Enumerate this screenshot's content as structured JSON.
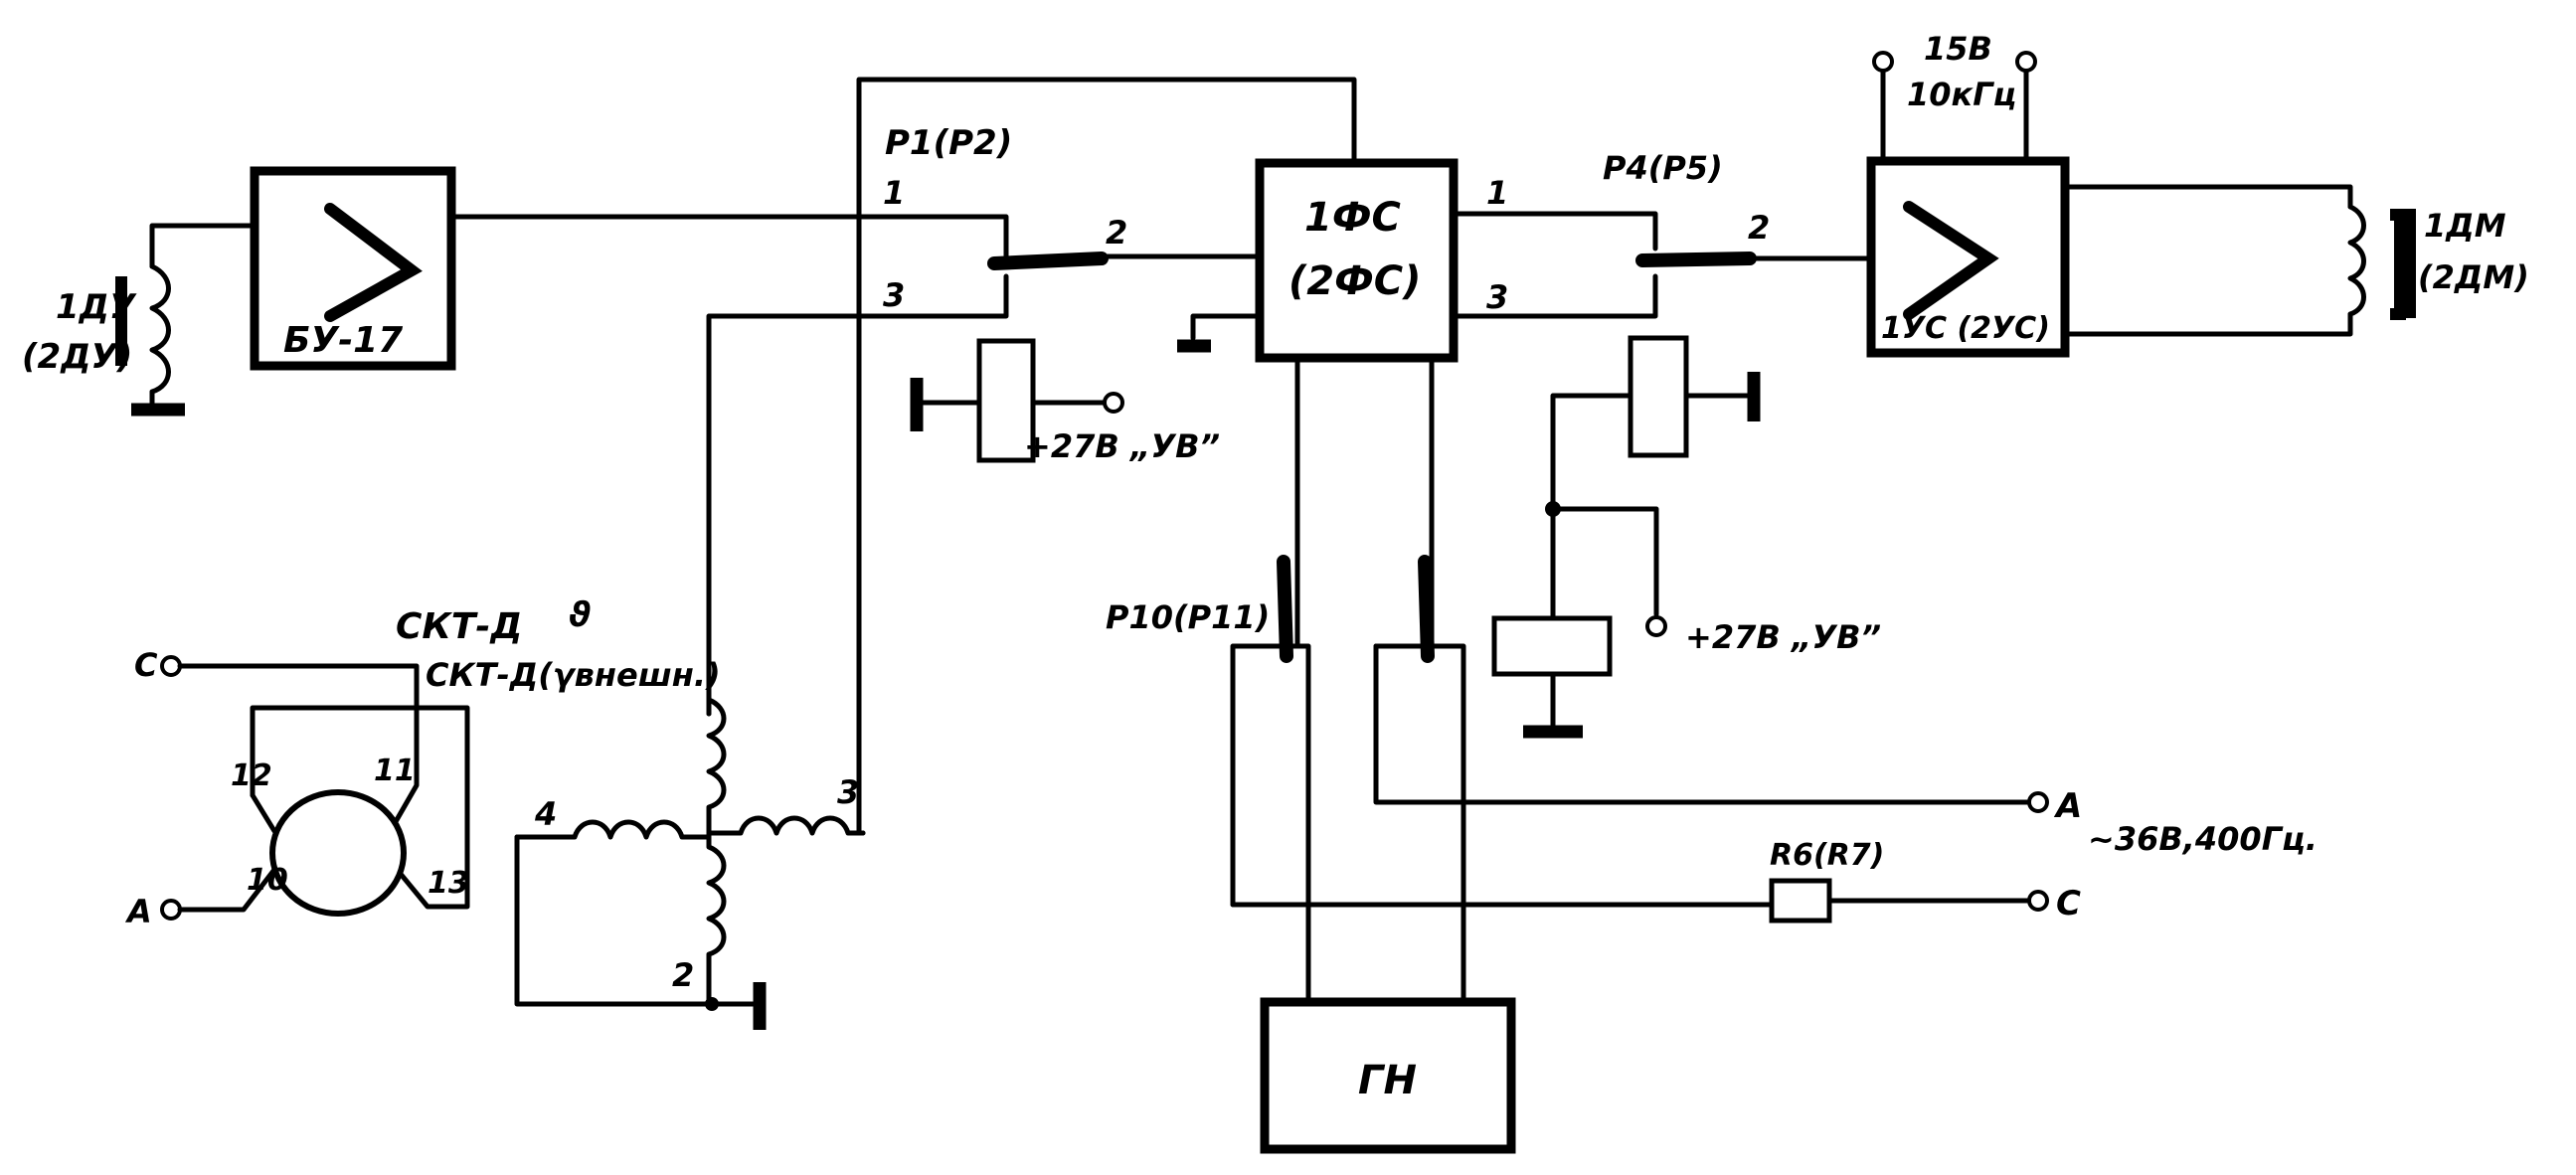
{
  "diagram": {
    "type": "electrical schematic",
    "blocks": {
      "sensor": {
        "label": "1ДУ",
        "alt": "(2ДУ)"
      },
      "amp1": {
        "label": "БУ-17"
      },
      "phase": {
        "label": "1ФС",
        "alt": "(2ФС)"
      },
      "amp2": {
        "label": "1УС (2УС)"
      },
      "motor": {
        "label": "1ДМ",
        "alt": "(2ДМ)"
      },
      "gen": {
        "label": "ГН"
      }
    },
    "relays": {
      "r1": {
        "label": "Р1(Р2)",
        "pin1": "1",
        "pin2": "2",
        "pin3": "3"
      },
      "r4": {
        "label": "Р4(Р5)",
        "pin1": "1",
        "pin2": "2",
        "pin3": "3"
      },
      "r10": {
        "label": "Р10(Р11)"
      }
    },
    "supplies": {
      "ub1": "+27В „УВ”",
      "ub2": "+27В „УВ”",
      "hf_volt": "15В",
      "hf_freq": "10кГц",
      "ac": "~36В,400Гц."
    },
    "phases": {
      "a1": "А",
      "c1": "С",
      "a2": "А",
      "c2": "С"
    },
    "resistor": {
      "label": "R6(R7)"
    },
    "resolver": {
      "title": "СКТ-Д",
      "theta": "ϑ",
      "subtitle": "СКТ-Д(γвнешн.)",
      "pins": {
        "p10": "10",
        "p11": "11",
        "p12": "12",
        "p13": "13"
      },
      "windings": {
        "w2": "2",
        "w3": "3",
        "w4": "4"
      }
    }
  }
}
